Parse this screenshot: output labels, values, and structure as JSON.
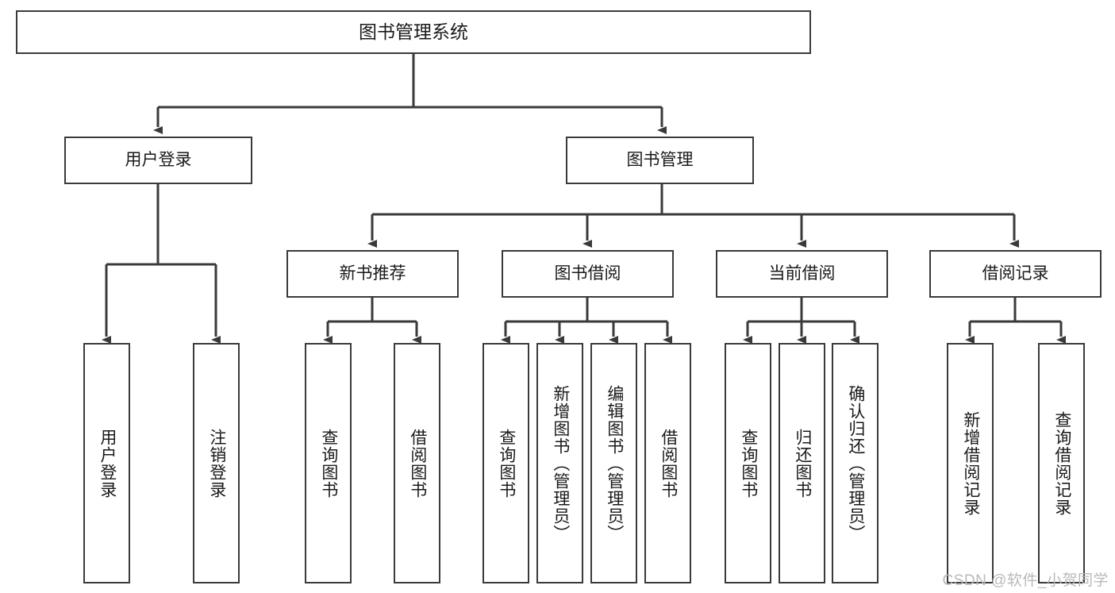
{
  "diagram": {
    "title": "图书管理系统",
    "type": "tree-hierarchy-chart",
    "orientation": "top-down",
    "root": {
      "id": "root",
      "label": "图书管理系统"
    },
    "level1": [
      {
        "id": "user-login",
        "label": "用户登录"
      },
      {
        "id": "book-management",
        "label": "图书管理"
      }
    ],
    "level2": [
      {
        "id": "new-book-recommend",
        "label": "新书推荐",
        "parent": "book-management"
      },
      {
        "id": "book-borrow",
        "label": "图书借阅",
        "parent": "book-management"
      },
      {
        "id": "current-borrow",
        "label": "当前借阅",
        "parent": "book-management"
      },
      {
        "id": "borrow-record",
        "label": "借阅记录",
        "parent": "book-management"
      }
    ],
    "leaves": {
      "user-login": [
        {
          "id": "leaf-user-login",
          "label": "用户登录"
        },
        {
          "id": "leaf-user-logout",
          "label": "注销登录"
        }
      ],
      "new-book-recommend": [
        {
          "id": "leaf-query-book-1",
          "label": "查询图书"
        },
        {
          "id": "leaf-borrow-book-1",
          "label": "借阅图书"
        }
      ],
      "book-borrow": [
        {
          "id": "leaf-query-book-2",
          "label": "查询图书"
        },
        {
          "id": "leaf-add-book",
          "label": "新增图书（管理员）"
        },
        {
          "id": "leaf-edit-book",
          "label": "编辑图书（管理员）"
        },
        {
          "id": "leaf-borrow-book-2",
          "label": "借阅图书"
        }
      ],
      "current-borrow": [
        {
          "id": "leaf-query-book-3",
          "label": "查询图书"
        },
        {
          "id": "leaf-return-book",
          "label": "归还图书"
        },
        {
          "id": "leaf-confirm-return",
          "label": "确认归还（管理员）"
        }
      ],
      "borrow-record": [
        {
          "id": "leaf-add-record",
          "label": "新增借阅记录"
        },
        {
          "id": "leaf-query-record",
          "label": "查询借阅记录"
        }
      ]
    },
    "colors": {
      "stroke": "#3a3a3a",
      "fill": "#ffffff",
      "text": "#1a1a1a",
      "watermark": "#b9b9b9"
    }
  },
  "watermark": {
    "text": "CSDN @软件_小贺同学"
  }
}
